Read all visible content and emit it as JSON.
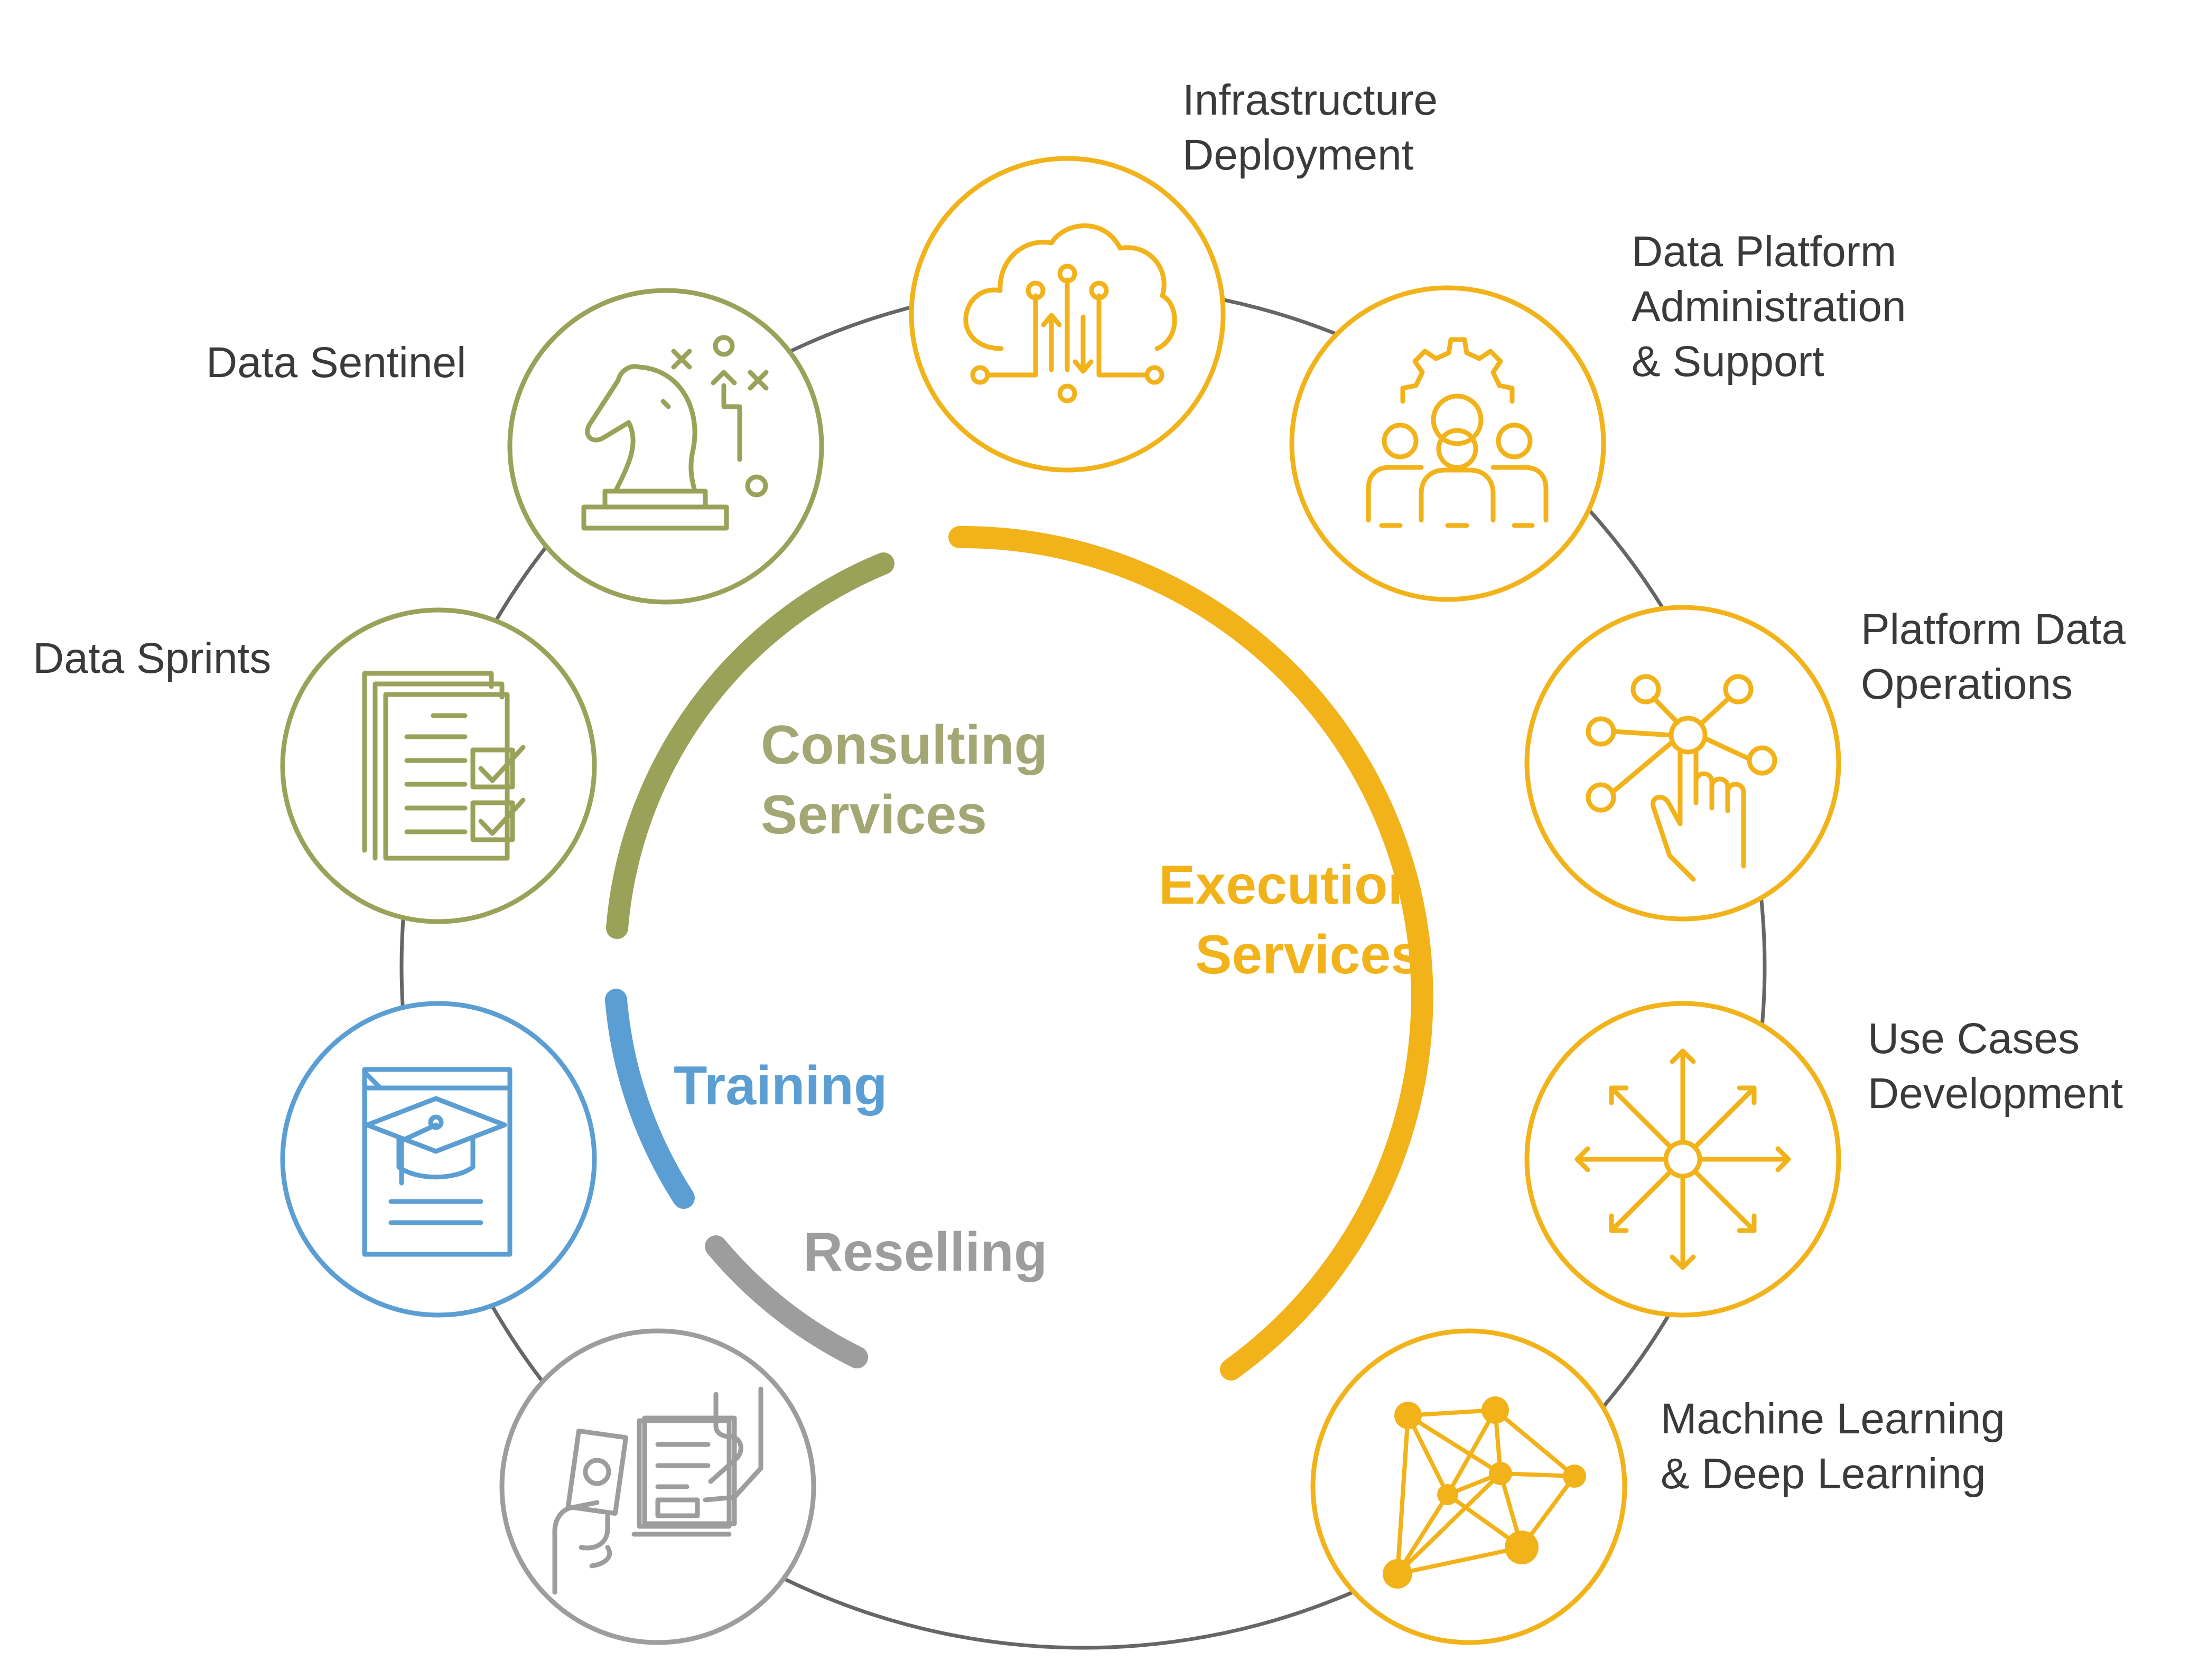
{
  "colors": {
    "consulting": "#9aa25a",
    "execution": "#f2b21a",
    "training": "#5b9ed3",
    "reselling": "#9d9d9d",
    "ring": "#666666",
    "label": "#3a3a3a"
  },
  "categories": {
    "consulting": {
      "line1": "Consulting",
      "line2": "Services"
    },
    "execution": {
      "line1": "Execution",
      "line2": "Services"
    },
    "training": {
      "line1": "Training"
    },
    "reselling": {
      "line1": "Reselling"
    }
  },
  "services": [
    {
      "id": "infrastructure",
      "line1": "Infrastructure",
      "line2": "Deployment",
      "icon": "cloud-circuit-icon"
    },
    {
      "id": "data-platform",
      "line1": "Data Platform",
      "line2": "Administration",
      "line3": "& Support",
      "icon": "team-gear-icon"
    },
    {
      "id": "platform-ops",
      "line1": "Platform Data",
      "line2": "Operations",
      "icon": "hand-network-icon"
    },
    {
      "id": "use-cases",
      "line1": "Use Cases",
      "line2": "Development",
      "icon": "radiating-arrows-icon"
    },
    {
      "id": "ml",
      "line1": "Machine Learning",
      "line2": "& Deep Learning",
      "icon": "neural-mesh-icon"
    },
    {
      "id": "sentinel",
      "line1": "Data Sentinel",
      "icon": "chess-knight-strategy-icon"
    },
    {
      "id": "sprints",
      "line1": "Data Sprints",
      "icon": "checklist-documents-icon"
    },
    {
      "id": "training",
      "icon": "graduation-book-icon"
    },
    {
      "id": "reselling",
      "icon": "payment-exchange-icon"
    }
  ]
}
